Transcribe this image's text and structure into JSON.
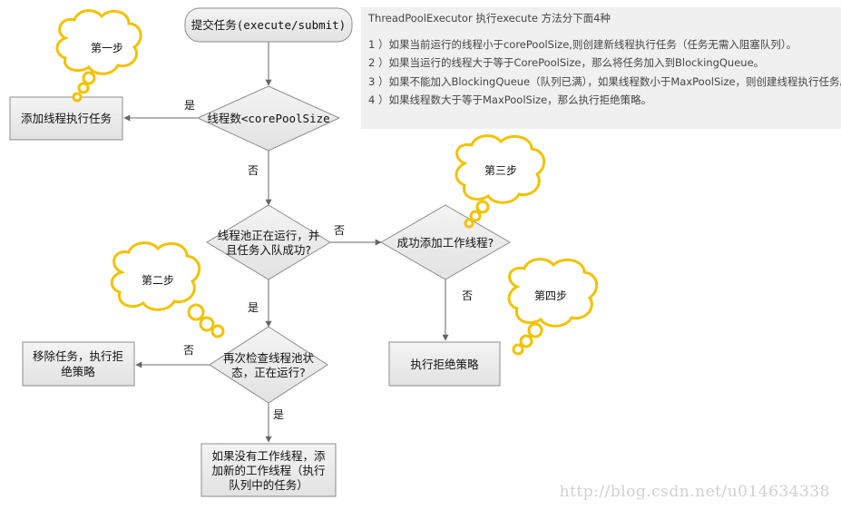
{
  "nodes": {
    "start": "提交任务(execute/submit)",
    "decision_core": "线程数<corePoolSize",
    "action_add_worker": "添加线程执行任务",
    "decision_queue": [
      "线程池正在运行，并",
      "且任务入队成功?"
    ],
    "decision_add_worker": "成功添加工作线程?",
    "action_reject": "执行拒绝策略",
    "decision_recheck": [
      "再次检查线程池状",
      "态，正在运行?"
    ],
    "action_remove": [
      "移除任务，执行拒",
      "绝策略"
    ],
    "action_add_new_worker": [
      "如果没有工作线程，添",
      "加新的工作线程（执行",
      "队列中的任务）"
    ]
  },
  "edge_labels": {
    "yes": "是",
    "no": "否"
  },
  "steps": {
    "step1": "第一步",
    "step2": "第二步",
    "step3": "第三步",
    "step4": "第四步"
  },
  "info": {
    "title": "ThreadPoolExecutor 执行execute 方法分下面4种",
    "rules": [
      "1 ）如果当前运行的线程小于corePoolSize,则创建新线程执行任务（任务无需入阻塞队列）。",
      "2 ）如果当运行的线程大于等于CorePoolSize，那么将任务加入到BlockingQueue。",
      "3 ）如果不能加入BlockingQueue（队列已满），如果线程数小于MaxPoolSize，则创建线程执行任务。",
      "4 ）如果线程数大于等于MaxPoolSize，那么执行拒绝策略。"
    ]
  },
  "watermark": "http://blog.csdn.net/u014634338",
  "colors": {
    "node_fill": "#e8e8e8",
    "node_stroke": "#8c8c8c",
    "edge": "#666666",
    "cloud_fill": "#ffffff",
    "cloud_stroke": "#f2c200",
    "panel_bg": "#f0f0f0"
  }
}
